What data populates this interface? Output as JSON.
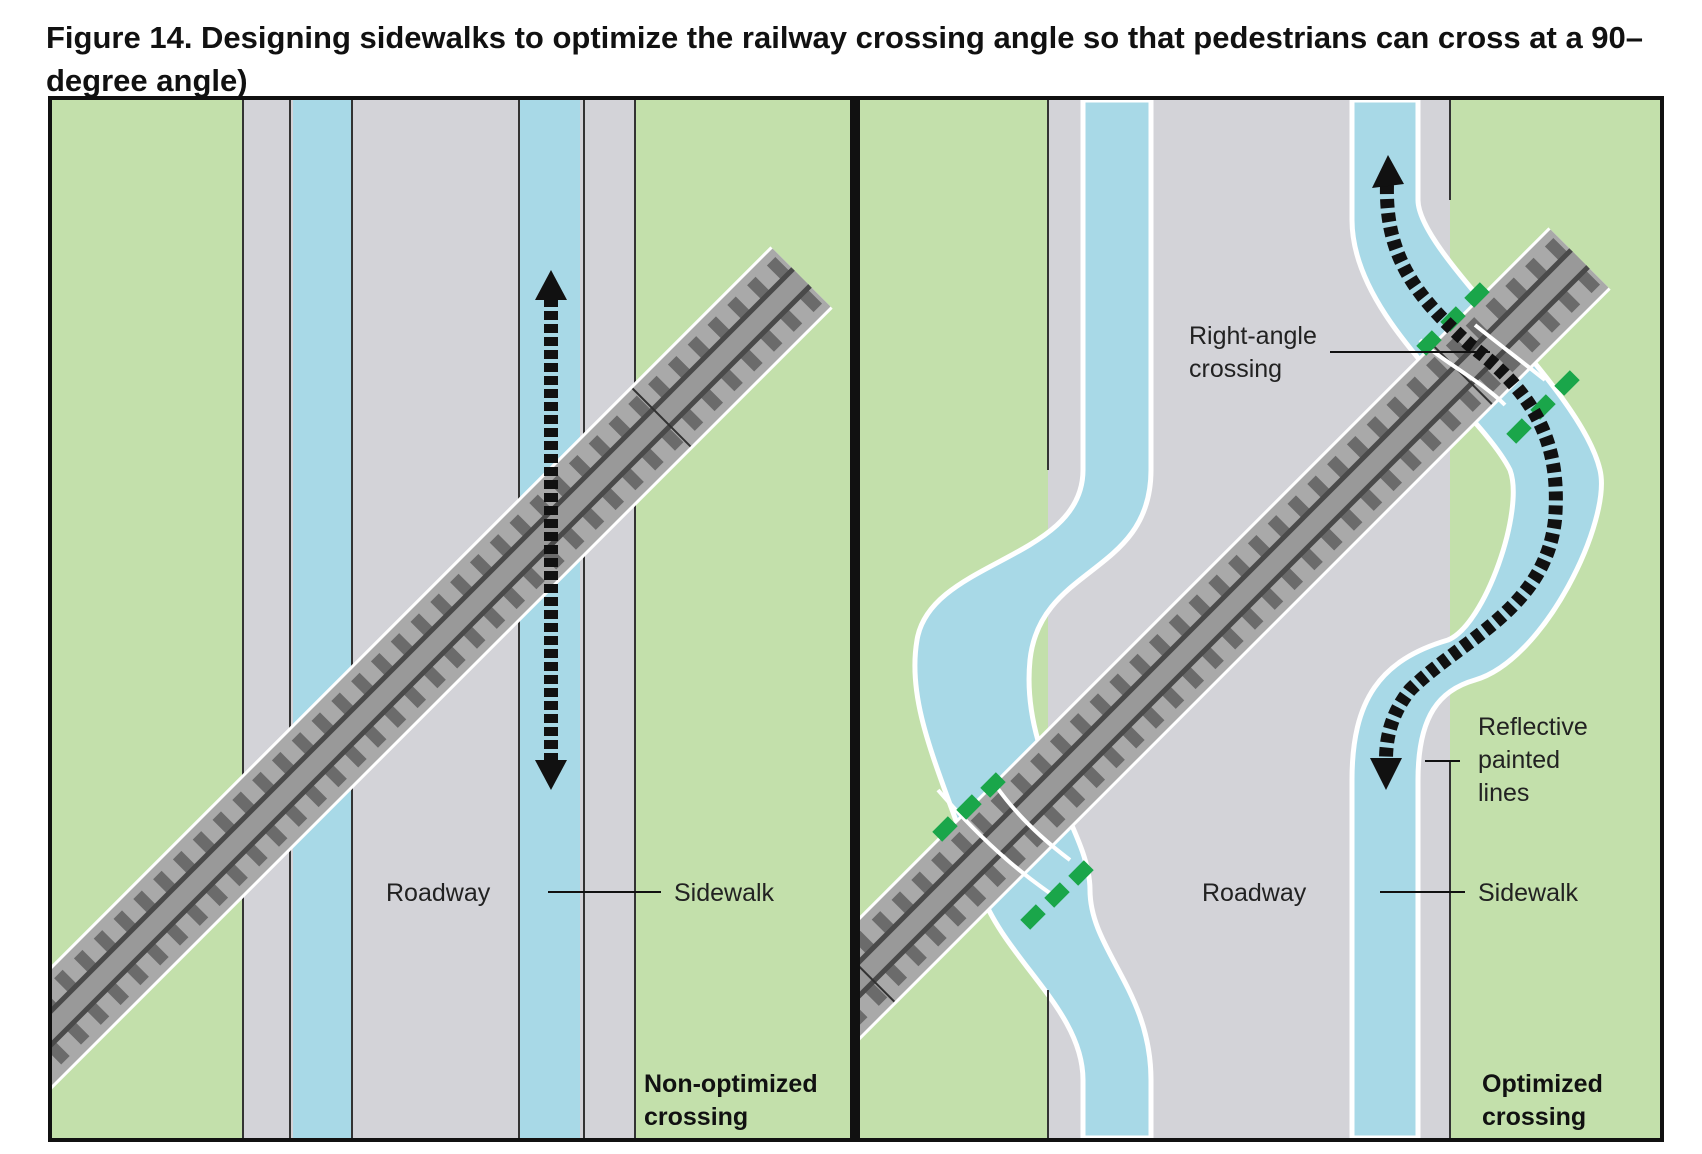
{
  "figure": {
    "caption_line1": "Figure 14. Designing sidewalks to optimize the railway crossing angle so that pedestrians can cross at a 90–",
    "caption_line2": "degree angle)"
  },
  "left_panel": {
    "roadway_label": "Roadway",
    "sidewalk_label": "Sidewalk",
    "title_line1": "Non-optimized",
    "title_line2": "crossing"
  },
  "right_panel": {
    "right_angle_line1": "Right-angle",
    "right_angle_line2": "crossing",
    "reflective_line1": "Reflective",
    "reflective_line2": "painted",
    "reflective_line3": "lines",
    "roadway_label": "Roadway",
    "sidewalk_label": "Sidewalk",
    "title_line1": "Optimized",
    "title_line2": "crossing"
  },
  "colors": {
    "grass": "#c3e0ab",
    "road": "#d3d3d8",
    "sidewalk": "#a8d9e7",
    "rail_bed": "#a9a9a9",
    "rail_tie": "#6b6b6b",
    "rail": "#4a4a4a",
    "painted_line": "#1aa64a",
    "arrow": "#111111"
  }
}
